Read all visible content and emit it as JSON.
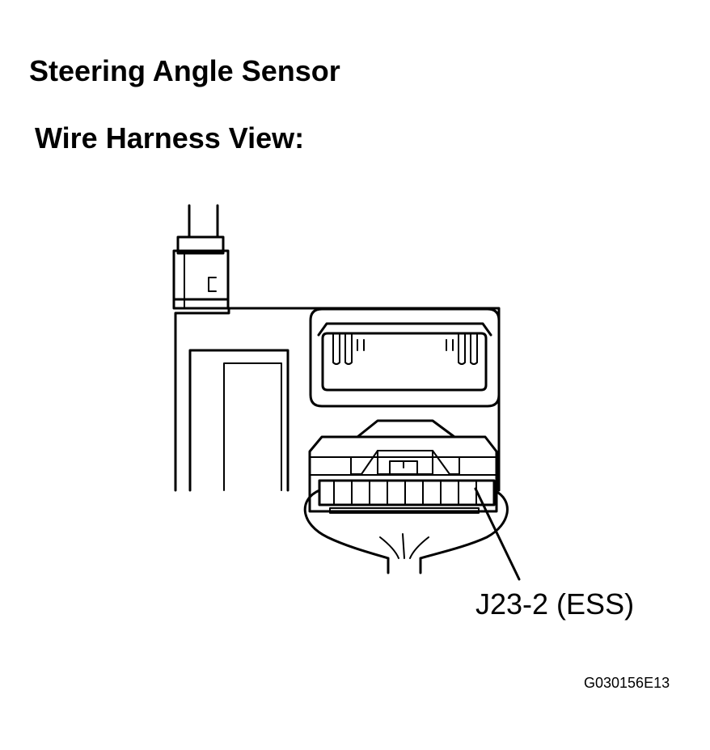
{
  "title": "Steering Angle Sensor",
  "subtitle": "Wire Harness View:",
  "callout": {
    "label": "J23-2 (ESS)"
  },
  "figure_id": "G030156E13",
  "connector": {
    "terminal_count": 10,
    "highlighted_terminal_from_right": 2
  }
}
